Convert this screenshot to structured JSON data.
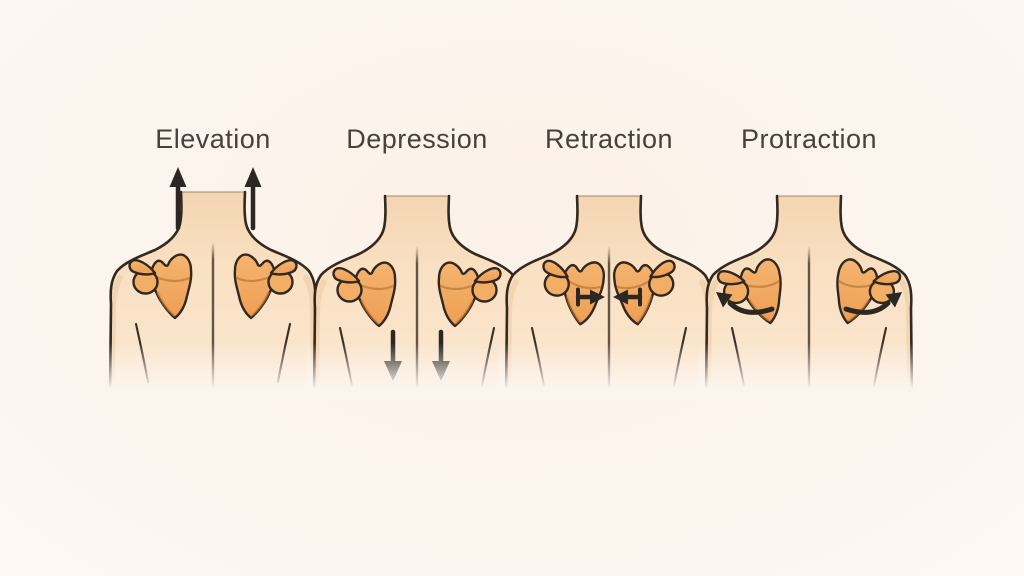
{
  "diagram": {
    "subject": "scapula-movements",
    "panels": [
      {
        "id": "elevation",
        "label": "Elevation",
        "arrow_icon": "up-arrows",
        "arrow_direction": "up"
      },
      {
        "id": "depression",
        "label": "Depression",
        "arrow_icon": "down-arrows",
        "arrow_direction": "down"
      },
      {
        "id": "retraction",
        "label": "Retraction",
        "arrow_icon": "inward-arrows",
        "arrow_direction": "toward-spine"
      },
      {
        "id": "protraction",
        "label": "Protraction",
        "arrow_icon": "outward-arrows",
        "arrow_direction": "away-from-spine"
      }
    ],
    "colors": {
      "background": "#fcf5ee",
      "skin": "#f9e0c2",
      "skin_shadow": "#f0cda6",
      "scapula": "#f0a65c",
      "scapula_highlight": "#f4b471",
      "outline": "#33291f",
      "arrow": "#2b2723",
      "label_text": "#46413c"
    }
  }
}
